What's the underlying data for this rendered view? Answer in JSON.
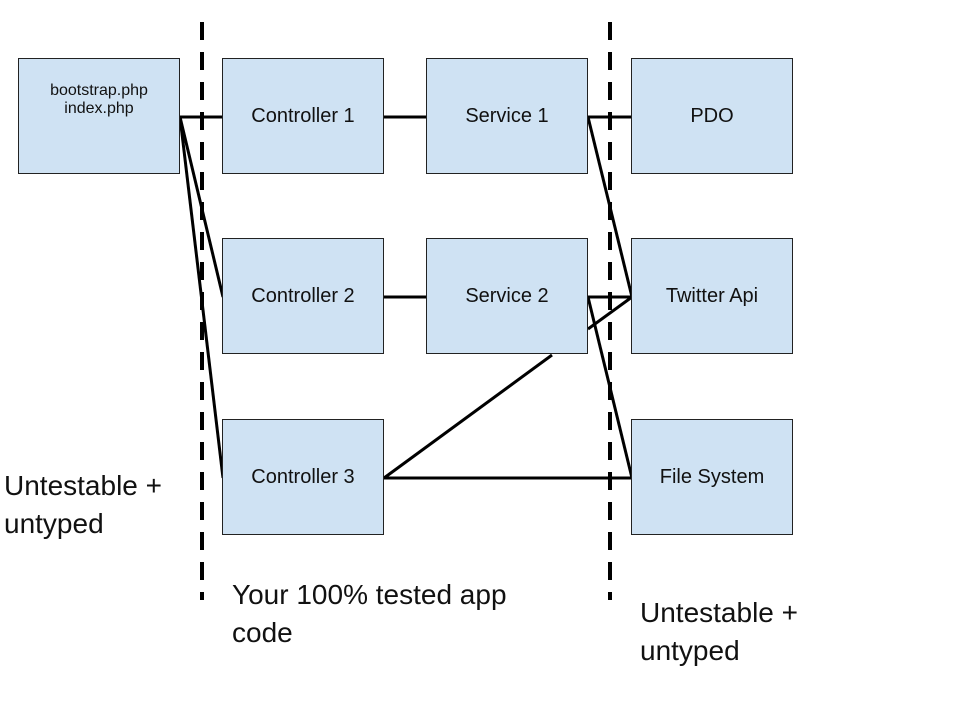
{
  "nodes": {
    "entry": "bootstrap.php\nindex.php",
    "controller1": "Controller 1",
    "controller2": "Controller 2",
    "controller3": "Controller 3",
    "service1": "Service 1",
    "service2": "Service 2",
    "pdo": "PDO",
    "twitter": "Twitter Api",
    "filesystem": "File System"
  },
  "annotations": {
    "left": "Untestable +\nuntyped",
    "middle": "Your 100% tested app\ncode",
    "right": "Untestable +\nuntyped"
  },
  "colors": {
    "box_fill": "#cfe2f3",
    "line": "#000000"
  }
}
